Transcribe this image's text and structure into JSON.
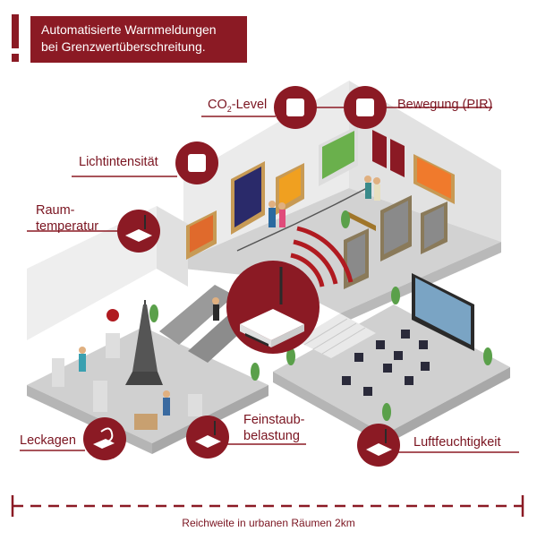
{
  "banner": {
    "line1": "Automatisierte Warnmeldungen",
    "line2": "bei Grenzwertüberschreitung."
  },
  "sensors": {
    "co2": {
      "prefix": "CO",
      "sub": "2",
      "suffix": "-Level"
    },
    "bewegung": "Bewegung (PIR)",
    "licht": "Lichtintensität",
    "raum_line1": "Raum-",
    "raum_line2": "temperatur",
    "leckagen": "Leckagen",
    "feinstaub_line1": "Feinstaub-",
    "feinstaub_line2": "belastung",
    "luft": "Luftfeuchtigkeit"
  },
  "footer": "Reichweite in urbanen Räumen 2km",
  "colors": {
    "accent": "#8b1a24",
    "floor": "#cfcfcf",
    "wall": "#e6e6e6"
  },
  "icons": [
    "exclamation-icon",
    "sensor-box-icon",
    "gateway-router-icon",
    "leak-sensor-icon",
    "signal-waves-icon"
  ]
}
